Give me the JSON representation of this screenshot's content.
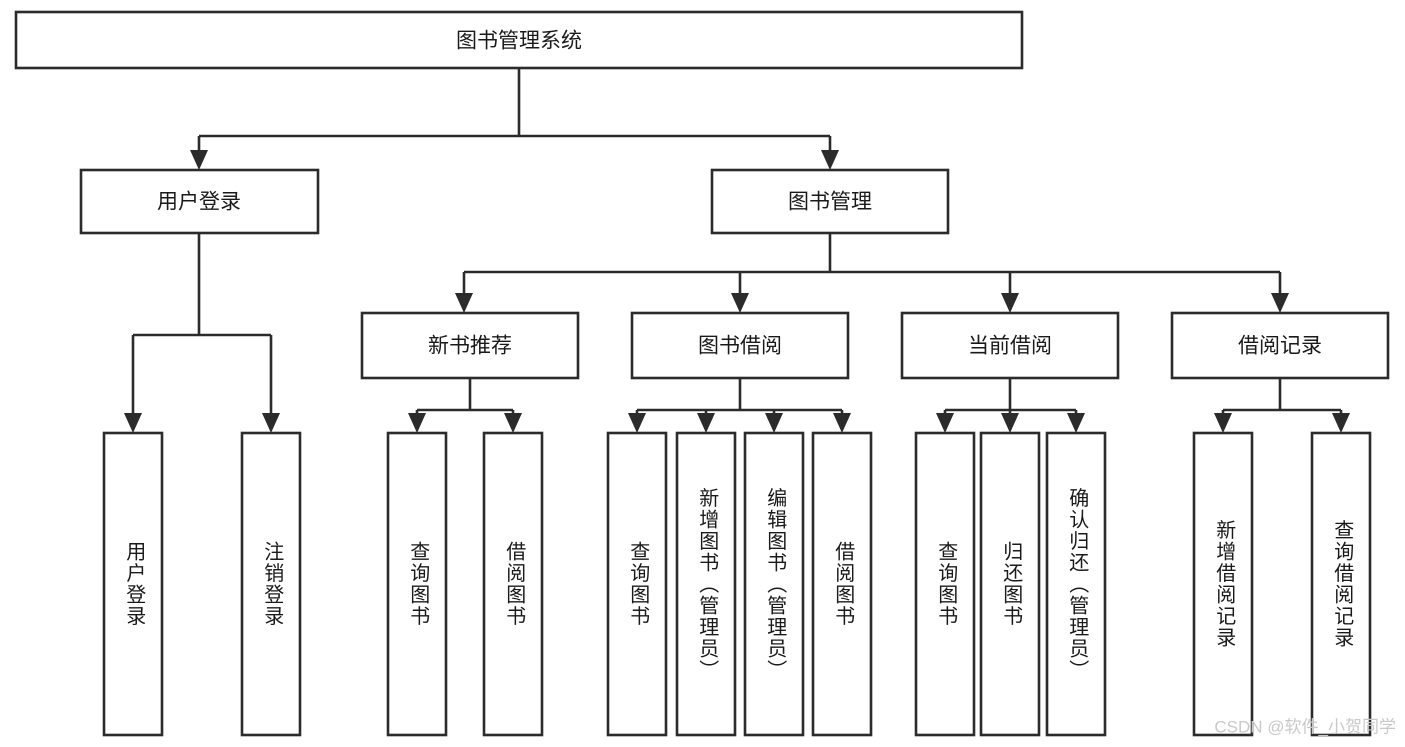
{
  "diagram": {
    "type": "tree-hierarchy",
    "title": "图书管理系统",
    "orientation": "top-down",
    "colors": {
      "box_fill": "#ffffff",
      "box_stroke": "#2b2b2b",
      "text": "#1a1a1a",
      "background": "#ffffff",
      "watermark": "#c9c9c9"
    },
    "nodes": {
      "root": {
        "label": "图书管理系统",
        "level": 1,
        "orientation": "horizontal"
      },
      "l2_user_login": {
        "label": "用户登录",
        "level": 2,
        "orientation": "horizontal"
      },
      "l2_book_mgmt": {
        "label": "图书管理",
        "level": 2,
        "orientation": "horizontal"
      },
      "l3_new_book_rec": {
        "label": "新书推荐",
        "level": 3,
        "orientation": "horizontal"
      },
      "l3_book_borrow": {
        "label": "图书借阅",
        "level": 3,
        "orientation": "horizontal"
      },
      "l3_current_borrow": {
        "label": "当前借阅",
        "level": 3,
        "orientation": "horizontal"
      },
      "l3_borrow_record": {
        "label": "借阅记录",
        "level": 3,
        "orientation": "horizontal"
      },
      "leaf_user_login": {
        "label": "用户登录",
        "level": 4,
        "orientation": "vertical"
      },
      "leaf_logout": {
        "label": "注销登录",
        "level": 4,
        "orientation": "vertical"
      },
      "leaf_query_book_1": {
        "label": "查询图书",
        "level": 4,
        "orientation": "vertical"
      },
      "leaf_borrow_book_1": {
        "label": "借阅图书",
        "level": 4,
        "orientation": "vertical"
      },
      "leaf_query_book_2": {
        "label": "查询图书",
        "level": 4,
        "orientation": "vertical"
      },
      "leaf_add_book": {
        "label": "新增图书（管理员）",
        "level": 4,
        "orientation": "vertical"
      },
      "leaf_edit_book": {
        "label": "编辑图书（管理员）",
        "level": 4,
        "orientation": "vertical"
      },
      "leaf_borrow_book_2": {
        "label": "借阅图书",
        "level": 4,
        "orientation": "vertical"
      },
      "leaf_query_book_3": {
        "label": "查询图书",
        "level": 4,
        "orientation": "vertical"
      },
      "leaf_return_book": {
        "label": "归还图书",
        "level": 4,
        "orientation": "vertical"
      },
      "leaf_confirm_return": {
        "label": "确认归还（管理员）",
        "level": 4,
        "orientation": "vertical"
      },
      "leaf_add_record": {
        "label": "新增借阅记录",
        "level": 4,
        "orientation": "vertical"
      },
      "leaf_query_record": {
        "label": "查询借阅记录",
        "level": 4,
        "orientation": "vertical"
      }
    },
    "edges": [
      {
        "from": "root",
        "to": "l2_user_login"
      },
      {
        "from": "root",
        "to": "l2_book_mgmt"
      },
      {
        "from": "l2_user_login",
        "to": "leaf_user_login"
      },
      {
        "from": "l2_user_login",
        "to": "leaf_logout"
      },
      {
        "from": "l2_book_mgmt",
        "to": "l3_new_book_rec"
      },
      {
        "from": "l2_book_mgmt",
        "to": "l3_book_borrow"
      },
      {
        "from": "l2_book_mgmt",
        "to": "l3_current_borrow"
      },
      {
        "from": "l2_book_mgmt",
        "to": "l3_borrow_record"
      },
      {
        "from": "l3_new_book_rec",
        "to": "leaf_query_book_1"
      },
      {
        "from": "l3_new_book_rec",
        "to": "leaf_borrow_book_1"
      },
      {
        "from": "l3_book_borrow",
        "to": "leaf_query_book_2"
      },
      {
        "from": "l3_book_borrow",
        "to": "leaf_add_book"
      },
      {
        "from": "l3_book_borrow",
        "to": "leaf_edit_book"
      },
      {
        "from": "l3_book_borrow",
        "to": "leaf_borrow_book_2"
      },
      {
        "from": "l3_current_borrow",
        "to": "leaf_query_book_3"
      },
      {
        "from": "l3_current_borrow",
        "to": "leaf_return_book"
      },
      {
        "from": "l3_current_borrow",
        "to": "leaf_confirm_return"
      },
      {
        "from": "l3_borrow_record",
        "to": "leaf_add_record"
      },
      {
        "from": "l3_borrow_record",
        "to": "leaf_query_record"
      }
    ]
  },
  "watermark": {
    "text": "CSDN @软件_小贺同学"
  }
}
